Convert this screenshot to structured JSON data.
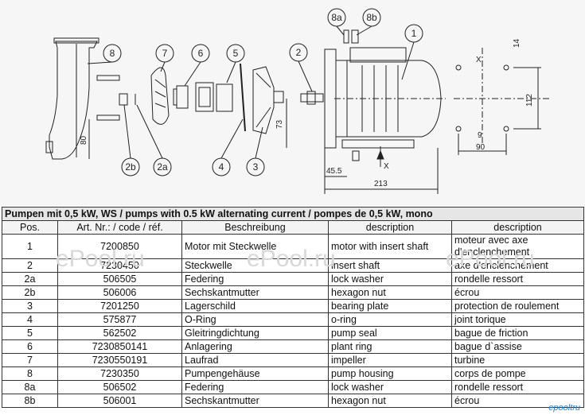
{
  "drawing": {
    "callouts": [
      "8a",
      "8b",
      "1",
      "2",
      "3",
      "4",
      "5",
      "6",
      "7",
      "8",
      "2a",
      "2b"
    ],
    "dimensions": [
      "14",
      "112",
      "9",
      "90",
      "73",
      "80",
      "45.5",
      "213",
      "X",
      "X"
    ]
  },
  "watermark": "ePool.ru",
  "table": {
    "title": "Pumpen mit 0,5 kW, WS / pumps with 0.5 kW alternating current / pompes de 0,5 kW, mono",
    "headers": [
      "Pos.",
      "Art. Nr.: / code / réf.",
      "Beschreibung",
      "description",
      "description"
    ],
    "rows": [
      {
        "pos": "1",
        "art": "7200850",
        "de": "Motor mit Steckwelle",
        "en": "motor with insert shaft",
        "fr": "moteur avec axe d'enclenchement"
      },
      {
        "pos": "2",
        "art": "7230450",
        "de": "Steckwelle",
        "en": "insert shaft",
        "fr": "axe d'enclenchement"
      },
      {
        "pos": "2a",
        "art": "506505",
        "de": "Federing",
        "en": "lock washer",
        "fr": "rondelle ressort"
      },
      {
        "pos": "2b",
        "art": "506006",
        "de": "Sechskantmutter",
        "en": "hexagon nut",
        "fr": "écrou"
      },
      {
        "pos": "3",
        "art": "7201250",
        "de": "Lagerschild",
        "en": "bearing plate",
        "fr": "protection de roulement"
      },
      {
        "pos": "4",
        "art": "575877",
        "de": "O-Ring",
        "en": "o-ring",
        "fr": "joint torique"
      },
      {
        "pos": "5",
        "art": "562502",
        "de": "Gleitringdichtung",
        "en": "pump seal",
        "fr": "bague de friction"
      },
      {
        "pos": "6",
        "art": "7230850141",
        "de": "Anlagering",
        "en": "plant ring",
        "fr": "bague d`assise"
      },
      {
        "pos": "7",
        "art": "7230550191",
        "de": "Laufrad",
        "en": "impeller",
        "fr": "turbine"
      },
      {
        "pos": "8",
        "art": "7230350",
        "de": "Pumpengehäuse",
        "en": "pump housing",
        "fr": "corps de pompe"
      },
      {
        "pos": "8a",
        "art": "506502",
        "de": "Federing",
        "en": "lock washer",
        "fr": "rondelle ressort"
      },
      {
        "pos": "8b",
        "art": "506001",
        "de": "Sechskantmutter",
        "en": "hexagon nut",
        "fr": "écrou"
      }
    ]
  },
  "logo": "epooltru"
}
